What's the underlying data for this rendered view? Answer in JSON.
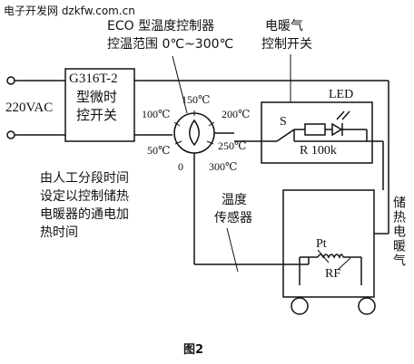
{
  "header": {
    "site": "电子开发网 dzkfw.com.cn"
  },
  "labels": {
    "eco_line1": "ECO 型温度控制器",
    "eco_line2": "控温范围 0℃~300℃",
    "heater_line1": "电暖气",
    "heater_line2": "控制开关",
    "voltage": "220VAC",
    "timer_line1": "G316T-2",
    "timer_line2": "型微时",
    "timer_line3": "控开关",
    "led": "LED",
    "switch_s": "S",
    "resistor": "R 100k",
    "sensor_line1": "温度",
    "sensor_line2": "传感器",
    "pt": "Pt",
    "rf": "RF",
    "storage_heater": "储热电暖气",
    "caption": "图2"
  },
  "dial_ticks": [
    "0",
    "50℃",
    "100℃",
    "150℃",
    "200℃",
    "250℃",
    "300℃"
  ],
  "note_lines": [
    "由人工分段时间",
    "设定以控制储热",
    "电暖器的通电加",
    "热时间"
  ]
}
